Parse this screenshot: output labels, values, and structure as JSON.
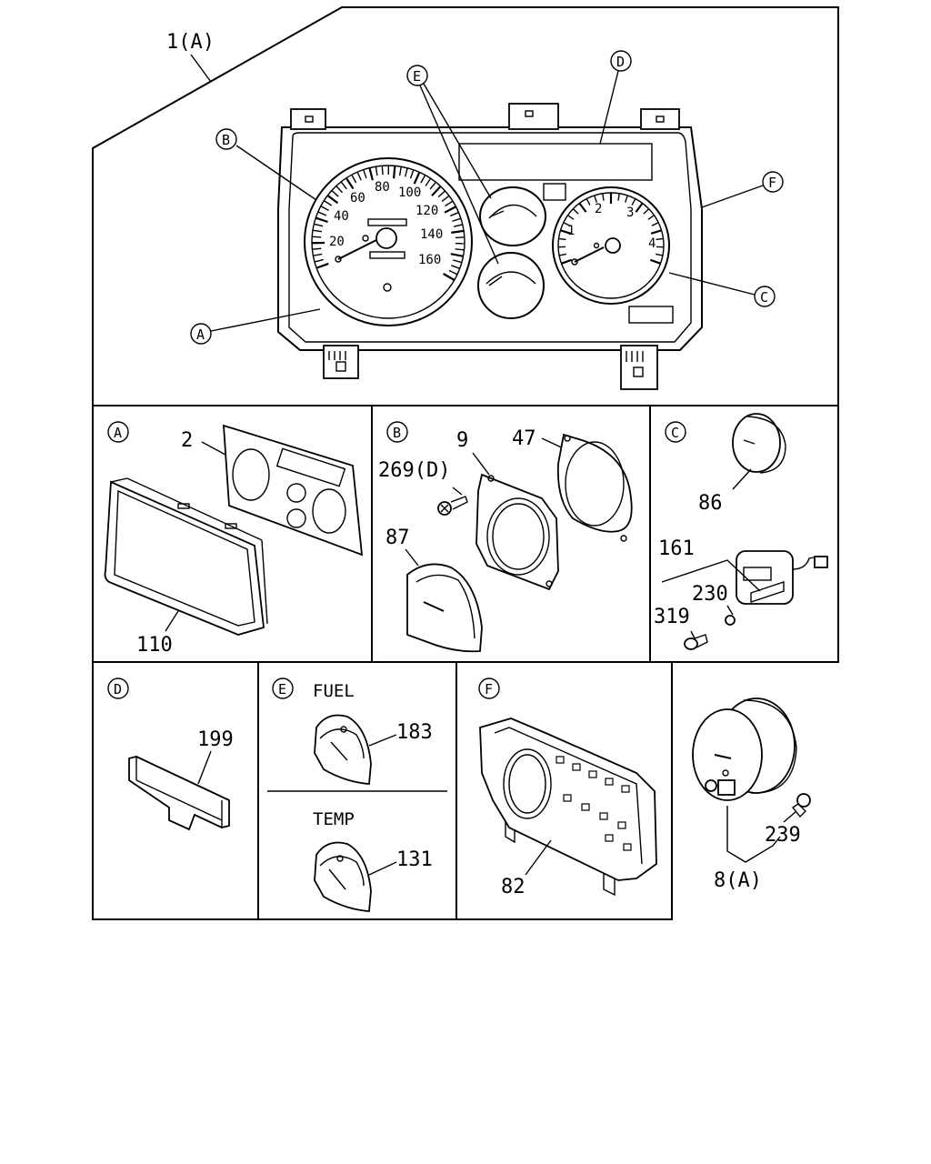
{
  "main": {
    "assembly_label": "1(A)",
    "callouts": [
      "A",
      "B",
      "C",
      "D",
      "E",
      "F"
    ],
    "speedo_scale": [
      "20",
      "40",
      "60",
      "80",
      "100",
      "120",
      "140",
      "160"
    ],
    "tacho_scale": [
      "1",
      "2",
      "3",
      "4"
    ]
  },
  "panel_a": {
    "letter": "A",
    "parts": [
      "2",
      "110"
    ]
  },
  "panel_b": {
    "letter": "B",
    "parts": [
      "9",
      "47",
      "269(D)",
      "87"
    ]
  },
  "panel_c": {
    "letter": "C",
    "parts": [
      "86",
      "161",
      "230",
      "319"
    ]
  },
  "panel_d": {
    "letter": "D",
    "parts": [
      "199"
    ]
  },
  "panel_e": {
    "letter": "E",
    "fuel_title": "FUEL",
    "fuel_part": "183",
    "temp_title": "TEMP",
    "temp_part": "131"
  },
  "panel_f": {
    "letter": "F",
    "parts": [
      "82"
    ]
  },
  "panel_g": {
    "parts": [
      "239",
      "8(A)"
    ]
  }
}
